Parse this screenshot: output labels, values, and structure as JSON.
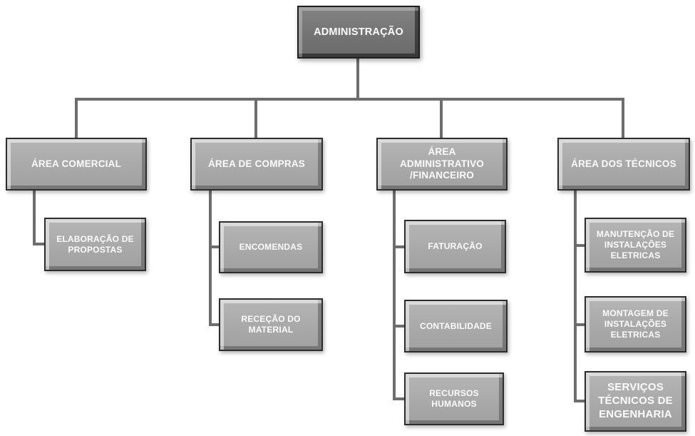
{
  "colors": {
    "background": "#ffffff",
    "root_fill": "#757575",
    "node_fill": "#a9a9a9",
    "node_border": "#2d2d2d",
    "connector": "#6d6d6d",
    "text": "#ffffff"
  },
  "org_chart": {
    "type": "org-tree",
    "root": {
      "label": "ADMINISTRAÇÃO"
    },
    "areas": [
      {
        "label": "ÁREA COMERCIAL",
        "children": [
          {
            "label": "ELABORAÇÃO DE PROPOSTAS"
          }
        ]
      },
      {
        "label": "ÁREA DE COMPRAS",
        "children": [
          {
            "label": "ENCOMENDAS"
          },
          {
            "label": "RECEÇÃO DO MATERIAL"
          }
        ]
      },
      {
        "label": "ÁREA ADMINISTRATIVO /FINANCEIRO",
        "children": [
          {
            "label": "FATURAÇÃO"
          },
          {
            "label": "CONTABILIDADE"
          },
          {
            "label": "RECURSOS HUMANOS"
          }
        ]
      },
      {
        "label": "ÁREA DOS TÉCNICOS",
        "children": [
          {
            "label": "MANUTENÇÃO DE INSTALAÇÕES ELETRICAS"
          },
          {
            "label": "MONTAGEM DE INSTALAÇÕES ELETRICAS"
          },
          {
            "label": "SERVIÇOS TÉCNICOS DE ENGENHARIA"
          }
        ]
      }
    ]
  }
}
